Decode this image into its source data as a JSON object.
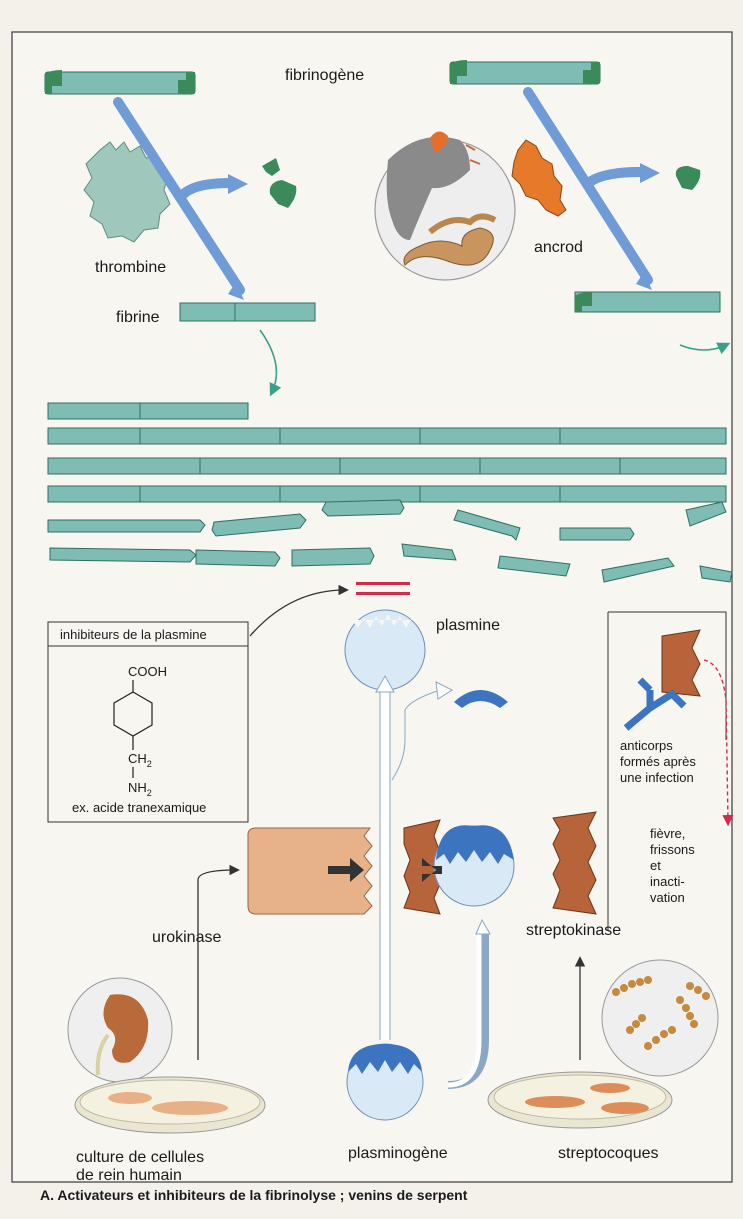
{
  "labels": {
    "fibrinogene": "fibrinogène",
    "thrombine": "thrombine",
    "fibrine": "fibrine",
    "ancrod": "ancrod",
    "plasmine": "plasmine",
    "inhibiteurs": "inhibiteurs de la plasmine",
    "cooh": "COOH",
    "ch2": "CH",
    "ch2_sub": "2",
    "nh2": "NH",
    "nh2_sub": "2",
    "acide": "ex. acide tranexamique",
    "anticorps_1": "anticorps",
    "anticorps_2": "formés après",
    "anticorps_3": "une infection",
    "fievre_1": "fièvre,",
    "fievre_2": "frissons",
    "fievre_3": "et",
    "fievre_4": "inacti-",
    "fievre_5": "vation",
    "urokinase": "urokinase",
    "streptokinase": "streptokinase",
    "culture_1": "culture de cellules",
    "culture_2": "de rein humain",
    "plasminogene": "plasminogène",
    "streptocoques": "streptocoques"
  },
  "caption": "A. Activateurs et inhibiteurs de la fibrinolyse ; venins de serpent",
  "colors": {
    "background": "#f3f1ea",
    "fibrin": "#7fbdb4",
    "enzyme_teal": "#8cbcaf",
    "dark_green": "#3a8a5a",
    "arrow_blue": "#6f9bd6",
    "plasmin_circle": "#d9e9f6",
    "plasmin_blue": "#3c74c0",
    "urokinase": "#e7b28a",
    "streptokinase": "#b8643a",
    "inhibitor_red": "#d22b4b",
    "ancrod_orange": "#e77a2a"
  }
}
